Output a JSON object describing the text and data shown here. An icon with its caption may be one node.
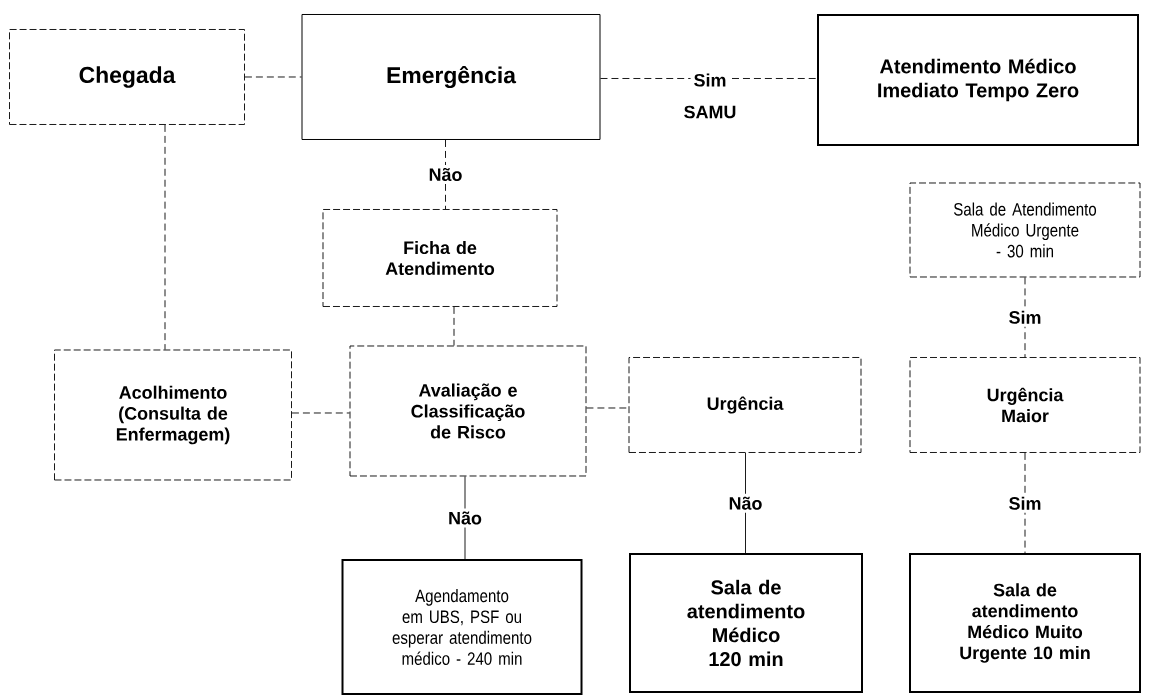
{
  "diagram": {
    "nodes": [
      {
        "text": [
          "Chegada"
        ]
      },
      {
        "text": [
          "Emergência"
        ]
      },
      {
        "text": [
          "Atendimento Médico Imediato Tempo Zero"
        ]
      },
      {
        "text": [
          "Ficha de Atendimento"
        ]
      },
      {
        "text": [
          "Sala de Atendimento Médico Urgente - 30 min"
        ]
      },
      {
        "text": [
          "Acolhimento (Consulta de Enfermagem)"
        ]
      },
      {
        "text": [
          "Avaliação e Classificação de Risco"
        ]
      },
      {
        "text": [
          "Urgência"
        ]
      },
      {
        "text": [
          "Urgência Maior"
        ]
      },
      {
        "text": [
          "Agendamento em UBS, PSF ou esperar atendimento médico - 240 min"
        ]
      },
      {
        "text": [
          "Sala de atendimento Médico 120 min"
        ]
      },
      {
        "text": [
          "Sala de atendimento Médico Muito Urgente 10 min"
        ]
      }
    ],
    "edges": [
      {
        "from": 0,
        "to": 1,
        "arrow": "none",
        "style": "dashed"
      },
      {
        "from": 1,
        "to": 2,
        "arrow": "none",
        "style": "dashed",
        "label": "Sim"
      },
      {
        "from": 1,
        "to": 3,
        "arrow": "none",
        "style": "dashed",
        "label": "Não"
      },
      {
        "from": 0,
        "to": 5,
        "arrow": "none",
        "style": "dashed"
      },
      {
        "from": 3,
        "to": 6,
        "arrow": "none",
        "style": "dashed"
      },
      {
        "from": 4,
        "to": 8,
        "arrow": "none",
        "style": "dashed",
        "label": "Sim"
      },
      {
        "from": 5,
        "to": 6,
        "arrow": "none",
        "style": "dashed"
      },
      {
        "from": 6,
        "to": 7,
        "arrow": "none",
        "style": "dashed"
      },
      {
        "from": 6,
        "to": 9,
        "arrow": "none",
        "label": "Não"
      },
      {
        "from": 7,
        "to": 10,
        "arrow": "none",
        "label": "Não"
      },
      {
        "from": 8,
        "to": 11,
        "arrow": "none",
        "style": "dashed",
        "label": "Sim"
      }
    ],
    "labels": [
      "SAMU"
    ]
  }
}
